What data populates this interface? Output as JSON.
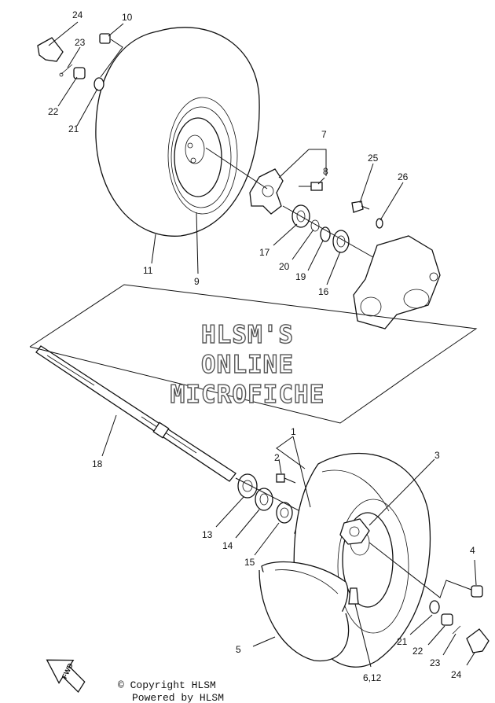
{
  "watermark": {
    "line1": "HLSM'S",
    "line2": "ONLINE",
    "line3": "MICROFICHE"
  },
  "fwd_label": "FWD",
  "copyright": {
    "line1": "© Copyright HLSM",
    "line2": "Powered by HLSM"
  },
  "callouts": [
    {
      "id": "c24a",
      "text": "24"
    },
    {
      "id": "c10",
      "text": "10"
    },
    {
      "id": "c23a",
      "text": "23"
    },
    {
      "id": "c22a",
      "text": "22"
    },
    {
      "id": "c21a",
      "text": "21"
    },
    {
      "id": "c7",
      "text": "7"
    },
    {
      "id": "c8",
      "text": "8"
    },
    {
      "id": "c25",
      "text": "25"
    },
    {
      "id": "c26",
      "text": "26"
    },
    {
      "id": "c17",
      "text": "17"
    },
    {
      "id": "c20",
      "text": "20"
    },
    {
      "id": "c19",
      "text": "19"
    },
    {
      "id": "c16",
      "text": "16"
    },
    {
      "id": "c11",
      "text": "11"
    },
    {
      "id": "c9",
      "text": "9"
    },
    {
      "id": "c18",
      "text": "18"
    },
    {
      "id": "c1",
      "text": "1"
    },
    {
      "id": "c2",
      "text": "2"
    },
    {
      "id": "c3",
      "text": "3"
    },
    {
      "id": "c13",
      "text": "13"
    },
    {
      "id": "c14",
      "text": "14"
    },
    {
      "id": "c15",
      "text": "15"
    },
    {
      "id": "c4",
      "text": "4"
    },
    {
      "id": "c5",
      "text": "5"
    },
    {
      "id": "c21b",
      "text": "21"
    },
    {
      "id": "c22b",
      "text": "22"
    },
    {
      "id": "c23b",
      "text": "23"
    },
    {
      "id": "c24b",
      "text": "24"
    },
    {
      "id": "c612",
      "text": "6,12"
    }
  ]
}
